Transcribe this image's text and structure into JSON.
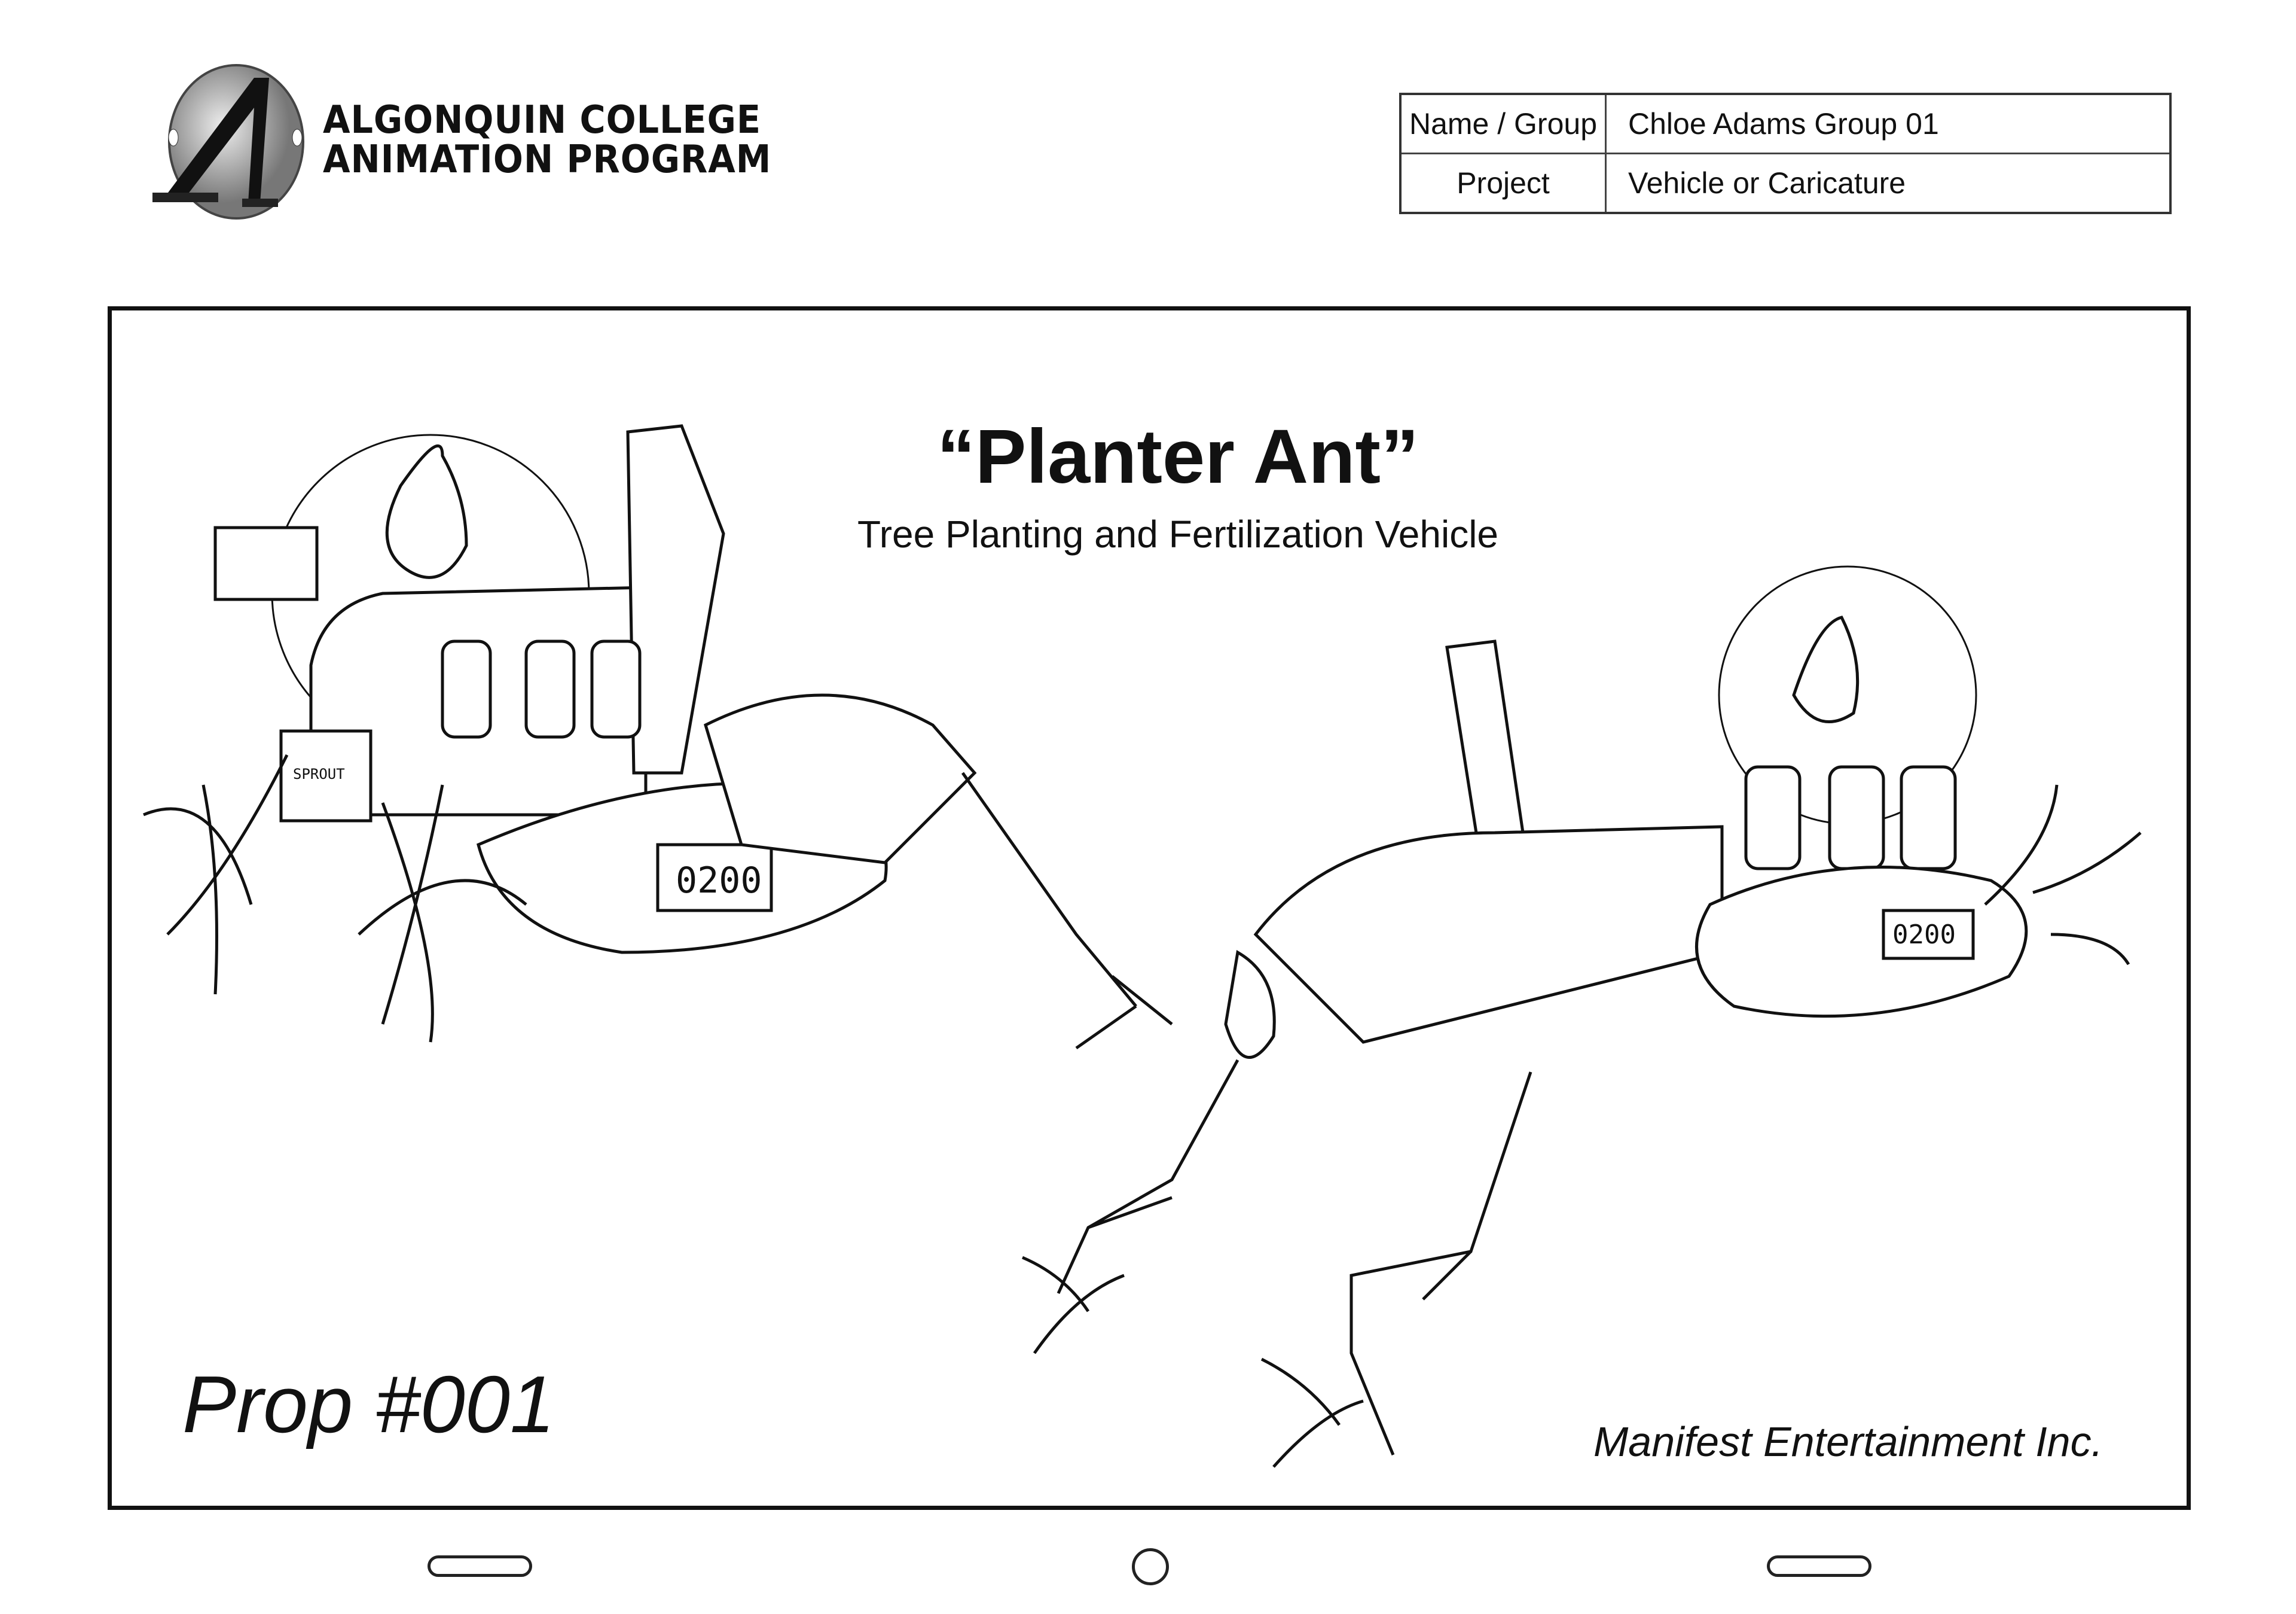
{
  "header": {
    "logo": {
      "line1": "ALGONQUIN COLLEGE",
      "line2": "ANIMATION PROGRAM"
    },
    "info": {
      "name_label": "Name / Group",
      "name_value": "Chloe Adams Group 01",
      "project_label": "Project",
      "project_value": "Vehicle or Caricature"
    }
  },
  "sheet": {
    "title": "“Planter Ant”",
    "subtitle": "Tree Planting and Fertilization Vehicle",
    "prop_number": "Prop #001",
    "company": "Manifest Entertainment Inc.",
    "vehicle_labels": {
      "side_plate": "SPROUT",
      "tank_number_left": "0200",
      "tank_number_right": "0200"
    }
  }
}
